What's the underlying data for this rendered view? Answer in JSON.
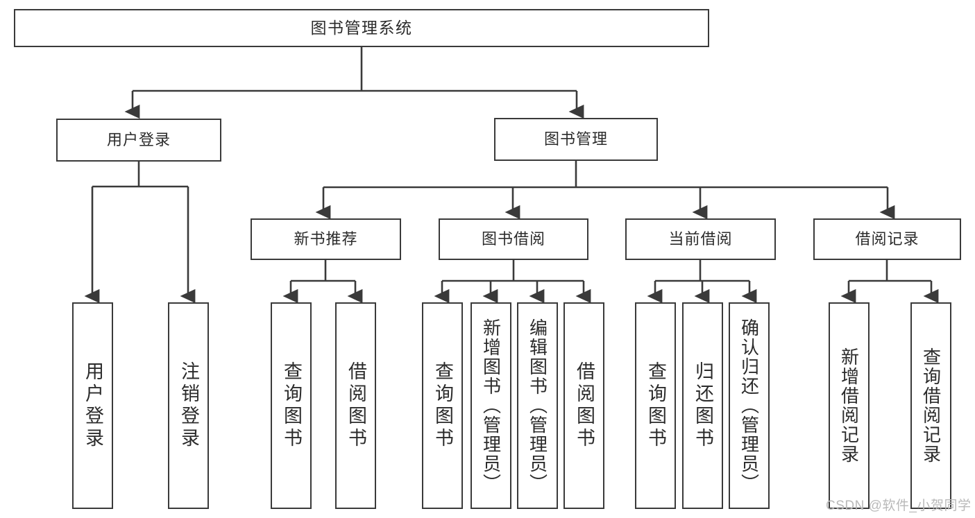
{
  "diagram": {
    "title": "图书管理系统",
    "type": "tree-hierarchy",
    "colors": {
      "stroke": "#3a3a3a",
      "fill": "#ffffff",
      "text": "#2b2b2b",
      "watermark": "#b9b9b9"
    },
    "nodes": {
      "root": {
        "label": "图书管理系统"
      },
      "level1": [
        {
          "label": "用户登录"
        },
        {
          "label": "图书管理"
        }
      ],
      "level2": [
        {
          "label": "新书推荐"
        },
        {
          "label": "图书借阅"
        },
        {
          "label": "当前借阅"
        },
        {
          "label": "借阅记录"
        }
      ],
      "leaves": {
        "user_login": [
          {
            "label": "用户登录"
          },
          {
            "label": "注销登录"
          }
        ],
        "new_book_recommend": [
          {
            "label": "查询图书"
          },
          {
            "label": "借阅图书"
          }
        ],
        "book_borrow": [
          {
            "label": "查询图书"
          },
          {
            "label": "新增图书（管理员）"
          },
          {
            "label": "编辑图书（管理员）"
          },
          {
            "label": "借阅图书"
          }
        ],
        "current_borrow": [
          {
            "label": "查询图书"
          },
          {
            "label": "归还图书"
          },
          {
            "label": "确认归还（管理员）"
          }
        ],
        "borrow_record": [
          {
            "label": "新增借阅记录"
          },
          {
            "label": "查询借阅记录"
          }
        ]
      }
    }
  },
  "watermark": {
    "text": "CSDN @软件_小贺同学"
  }
}
